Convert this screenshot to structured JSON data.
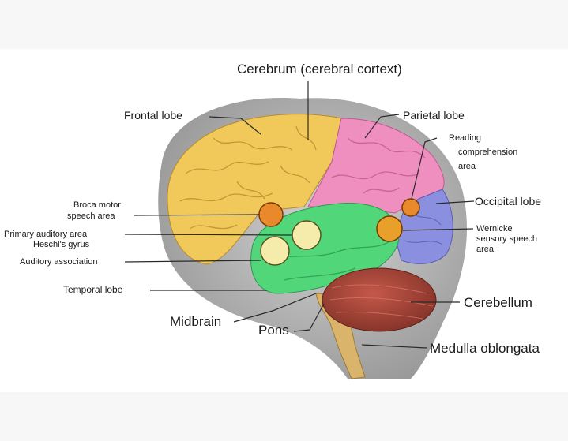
{
  "labels": {
    "cerebrum": "Cerebrum (cerebral cortext)",
    "frontal_lobe": "Frontal lobe",
    "parietal_lobe": "Parietal lobe",
    "reading_line1": "Reading",
    "reading_line2": "comprehension",
    "reading_line3": "area",
    "occipital_lobe": "Occipital lobe",
    "broca_line1": "Broca motor",
    "broca_line2": "speech area",
    "primary_auditory_line1": "Primary auditory area",
    "primary_auditory_line2": "Heschl's gyrus",
    "auditory_association": "Auditory association",
    "wernicke_line1": "Wernicke",
    "wernicke_line2": "sensory speech",
    "wernicke_line3": "area",
    "temporal_lobe": "Temporal lobe",
    "midbrain": "Midbrain",
    "pons": "Pons",
    "cerebellum": "Cerebellum",
    "medulla": "Medulla oblongata"
  },
  "colors": {
    "frontal": "#f1c95a",
    "parietal": "#ef8fc0",
    "occipital": "#8b8fe0",
    "temporal": "#52d67a",
    "cerebellum": "#a9493d",
    "brainstem": "#d9b46a",
    "head_silhouette": "#b7b7b7",
    "speech_area": "#e8892b"
  }
}
